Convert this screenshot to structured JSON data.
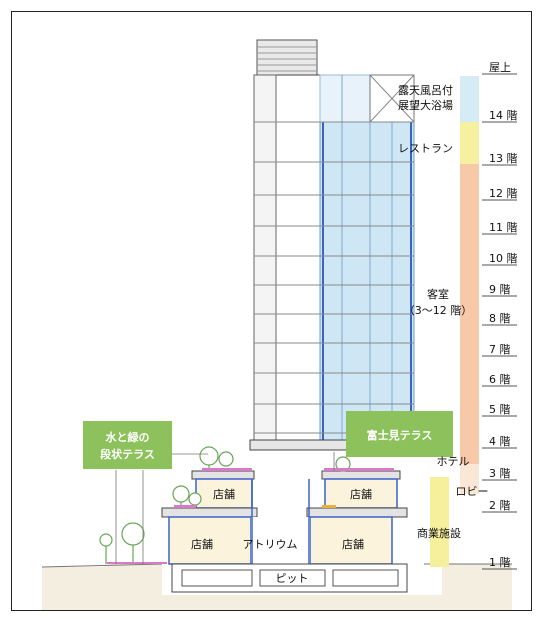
{
  "floors": [
    {
      "label": "屋上"
    },
    {
      "label": "14 階"
    },
    {
      "label": "13 階"
    },
    {
      "label": "12 階"
    },
    {
      "label": "11 階"
    },
    {
      "label": "10 階"
    },
    {
      "label": "9 階"
    },
    {
      "label": "8 階"
    },
    {
      "label": "7 階"
    },
    {
      "label": "6 階"
    },
    {
      "label": "5 階"
    },
    {
      "label": "4 階"
    },
    {
      "label": "3 階"
    },
    {
      "label": "2 階"
    },
    {
      "label": "1 階"
    }
  ],
  "zones": {
    "bath_line1": "露天風呂付",
    "bath_line2": "展望大浴場",
    "restaurant": "レストラン",
    "rooms_line1": "客室",
    "rooms_line2": "（3～12 階）",
    "hotel": "ホテル",
    "lobby": "ロビー",
    "commercial": "商業施設"
  },
  "podium": {
    "shop": "店舗",
    "atrium": "アトリウム",
    "pit": "ピット"
  },
  "callouts": {
    "terrace_line1": "水と緑の",
    "terrace_line2": "段状テラス",
    "fuji": "富士見テラス"
  },
  "colors": {
    "bath": "#d6ecf5",
    "restaurant": "#f6f1a0",
    "rooms": "#f7c9a8",
    "hotel_lobby": "#fbe7d6",
    "commercial": "#f6ef9c",
    "shop_fill": "#fbf3dc",
    "callout_green": "#8cc15c",
    "glass": "#cfe6f4",
    "column_blue": "#3a63c9"
  }
}
